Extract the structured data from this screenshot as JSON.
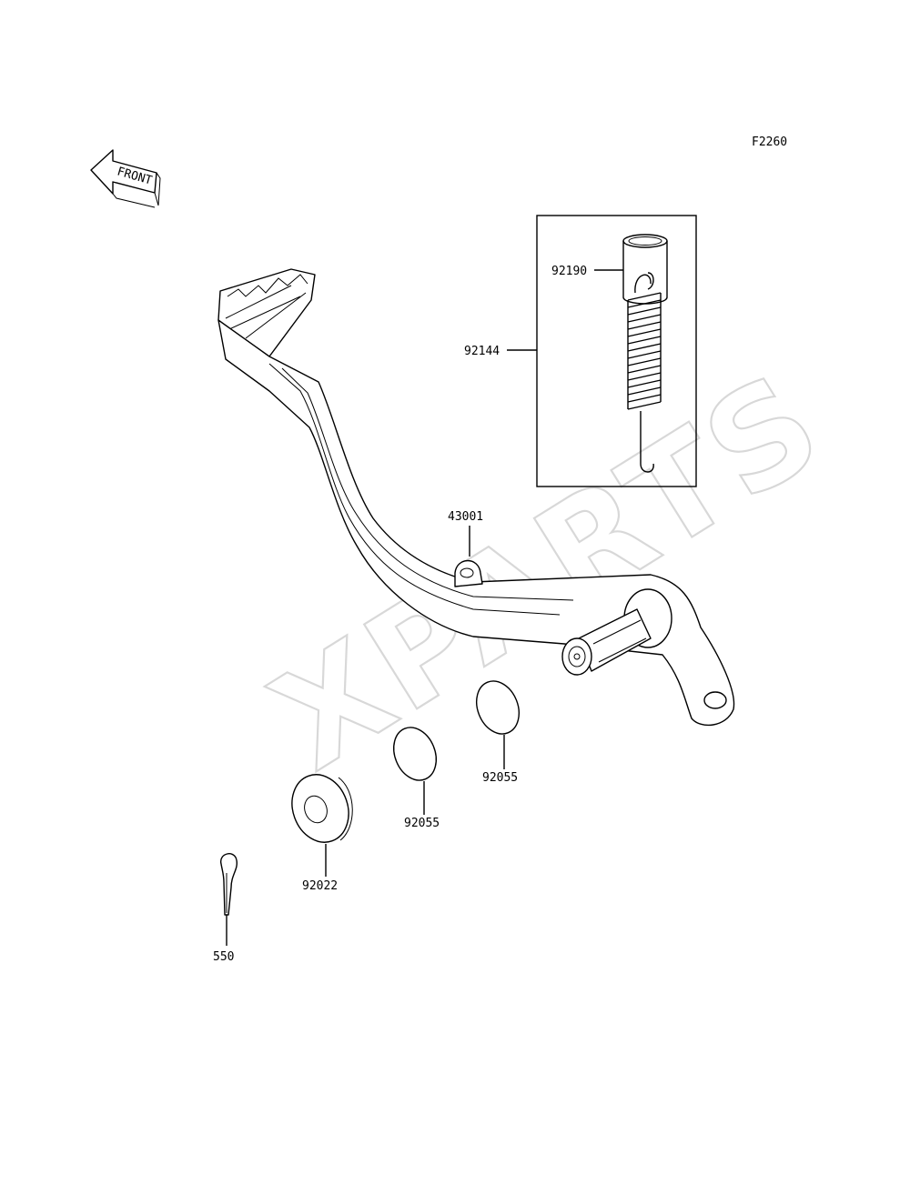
{
  "diagram_code": "F2260",
  "front_arrow_label": "FRONT",
  "watermark": "XPARTS",
  "parts": {
    "sleeve": "92190",
    "spring_kit": "92144",
    "pedal": "43001",
    "oring_right": "92055",
    "oring_left": "92055",
    "washer": "92022",
    "cotter_pin": "550"
  }
}
